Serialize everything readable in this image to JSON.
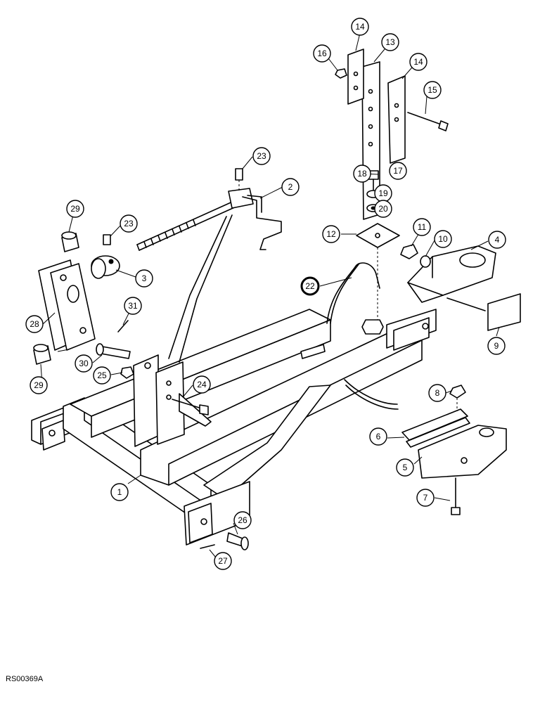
{
  "figure_code": "RS00369A",
  "callouts": [
    {
      "label": "1"
    },
    {
      "label": "2"
    },
    {
      "label": "3"
    },
    {
      "label": "4"
    },
    {
      "label": "5"
    },
    {
      "label": "6"
    },
    {
      "label": "7"
    },
    {
      "label": "8"
    },
    {
      "label": "9"
    },
    {
      "label": "10"
    },
    {
      "label": "11"
    },
    {
      "label": "12"
    },
    {
      "label": "13"
    },
    {
      "label": "14"
    },
    {
      "label": "14"
    },
    {
      "label": "15"
    },
    {
      "label": "16"
    },
    {
      "label": "17"
    },
    {
      "label": "18"
    },
    {
      "label": "19"
    },
    {
      "label": "20"
    },
    {
      "label": "22"
    },
    {
      "label": "23"
    },
    {
      "label": "23"
    },
    {
      "label": "24"
    },
    {
      "label": "25"
    },
    {
      "label": "26"
    },
    {
      "label": "27"
    },
    {
      "label": "28"
    },
    {
      "label": "29"
    },
    {
      "label": "29"
    },
    {
      "label": "30"
    },
    {
      "label": "31"
    }
  ]
}
